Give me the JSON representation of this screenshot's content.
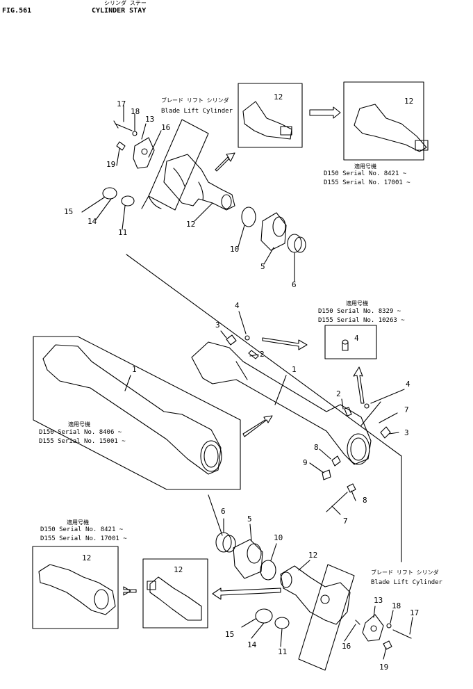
{
  "header": {
    "fig": "FIG.561",
    "title_jp": "シリンダ ステー",
    "title_en": "CYLINDER STAY"
  },
  "labels": {
    "blade_lift_jp": "ブレード リフト シリンダ",
    "blade_lift_en": "Blade Lift Cylinder",
    "applicable_jp": "適用号機"
  },
  "notes": {
    "top_right": [
      "D150  Serial No. 8421 ~",
      "D155  Serial No. 17001 ~"
    ],
    "mid_right": [
      "D150  Serial No. 8329 ~",
      "D155  Serial No. 10263 ~"
    ],
    "mid_left": [
      "D150  Serial No. 8406 ~",
      "D155  Serial No. 15001 ~"
    ],
    "bottom_left": [
      "D150  Serial No. 8421 ~",
      "D155  Serial No. 17001 ~"
    ]
  },
  "callouts": {
    "top": [
      "17",
      "18",
      "13",
      "16",
      "19",
      "15",
      "14",
      "11",
      "12",
      "10",
      "5",
      "6"
    ],
    "inset_top": [
      "12",
      "12"
    ],
    "middle": [
      "4",
      "3",
      "2",
      "1",
      "4",
      "1",
      "2",
      "4",
      "7",
      "3",
      "8",
      "9",
      "8",
      "7"
    ],
    "bottom": [
      "6",
      "5",
      "10",
      "12",
      "12",
      "12",
      "15",
      "14",
      "11",
      "16",
      "13",
      "18",
      "17",
      "19"
    ]
  }
}
